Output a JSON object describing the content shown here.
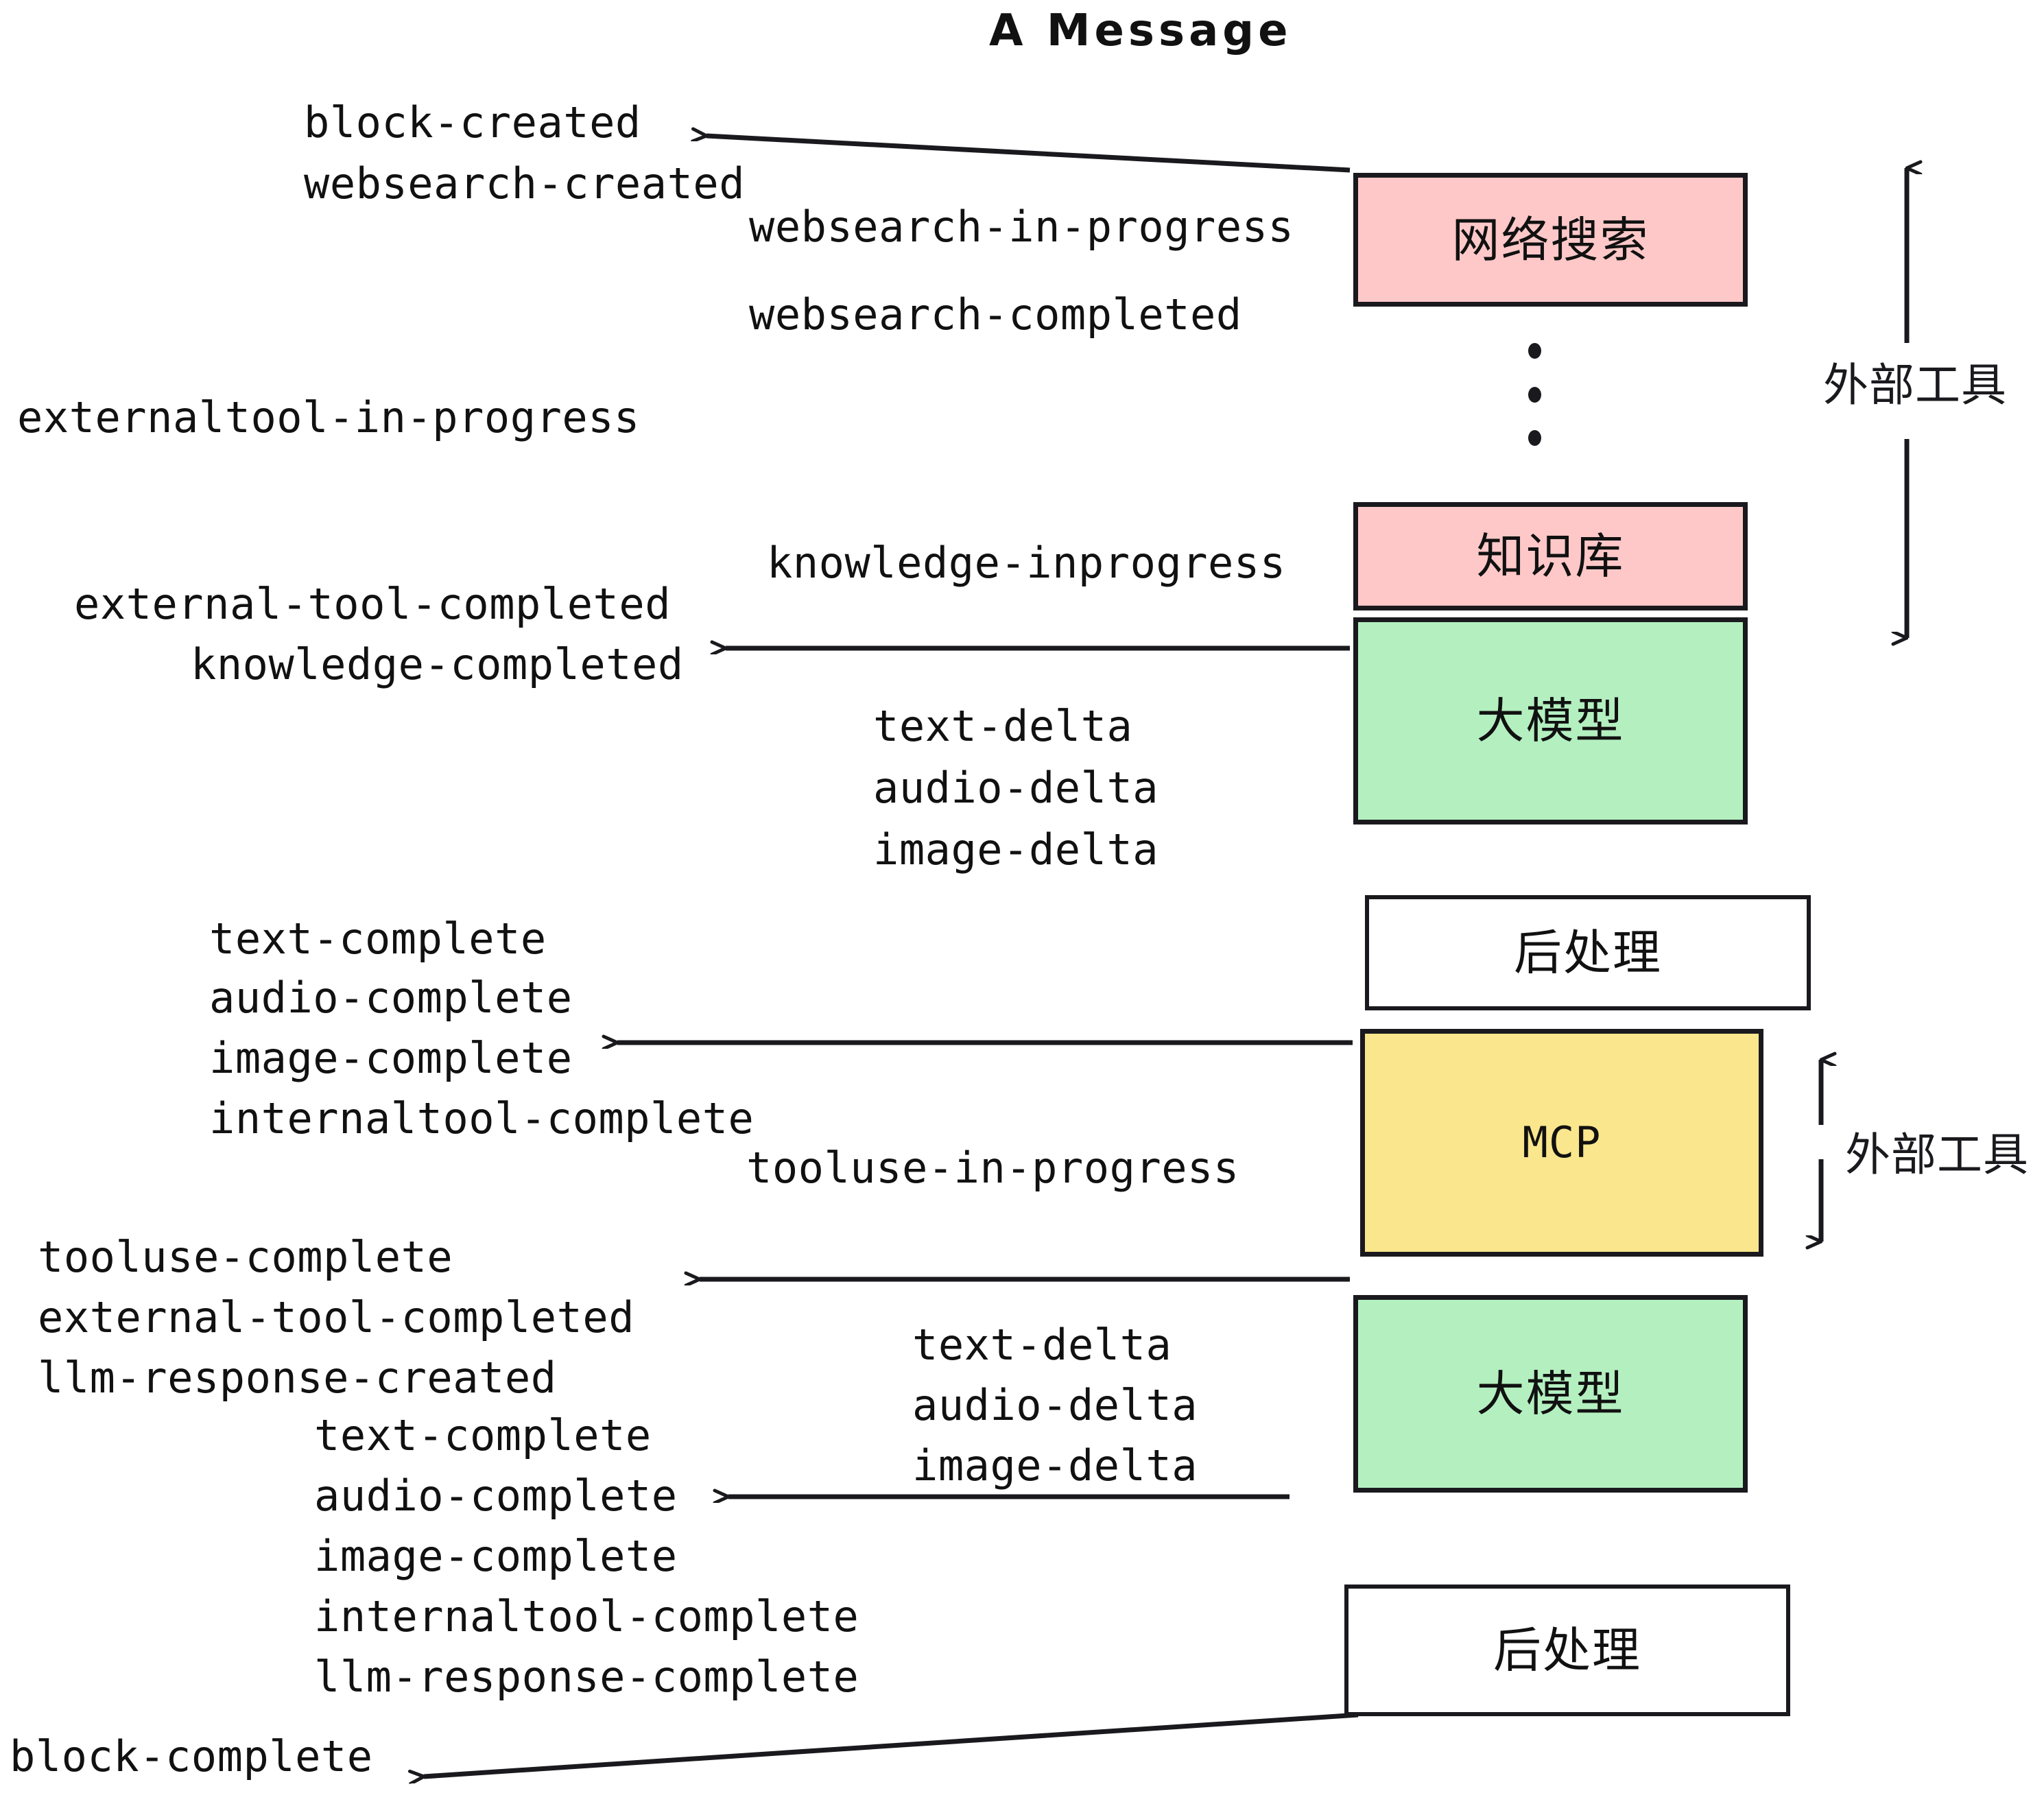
{
  "title": "A Message",
  "colors": {
    "pink": "#FFC8C8",
    "green": "#B4EFC0",
    "yellow": "#FAE68C",
    "white": "#FFFFFF",
    "stroke": "#1A1A1E",
    "text": "#111111",
    "background": "#FFFFFF"
  },
  "boxes": [
    {
      "id": "websearch",
      "label": "网络搜索",
      "fill": "pink",
      "mono": false
    },
    {
      "id": "knowledge",
      "label": "知识库",
      "fill": "pink",
      "mono": false
    },
    {
      "id": "llm-1",
      "label": "大模型",
      "fill": "green",
      "mono": false
    },
    {
      "id": "postprocess-1",
      "label": "后处理",
      "fill": "white",
      "mono": false
    },
    {
      "id": "mcp",
      "label": "MCP",
      "fill": "yellow",
      "mono": true
    },
    {
      "id": "llm-2",
      "label": "大模型",
      "fill": "green",
      "mono": false
    },
    {
      "id": "postprocess-2",
      "label": "后处理",
      "fill": "white",
      "mono": false
    }
  ],
  "side_labels": [
    {
      "id": "external-tools-top",
      "text": "外部工具"
    },
    {
      "id": "external-tools-bottom",
      "text": "外部工具"
    }
  ],
  "events": {
    "left_column": [
      "block-created",
      "websearch-created",
      "externaltool-in-progress",
      "external-tool-completed",
      "knowledge-completed",
      "text-complete",
      "audio-complete",
      "image-complete",
      "internaltool-complete",
      "tooluse-complete",
      "external-tool-completed",
      "llm-response-created",
      "text-complete",
      "audio-complete",
      "image-complete",
      "internaltool-complete",
      "llm-response-complete",
      "block-complete"
    ],
    "middle_column": [
      "websearch-in-progress",
      "websearch-completed",
      "knowledge-inprogress",
      "text-delta",
      "audio-delta",
      "image-delta",
      "tooluse-in-progress",
      "text-delta",
      "audio-delta",
      "image-delta"
    ]
  },
  "labels": {
    "block_created": "block-created",
    "websearch_created": "websearch-created",
    "websearch_in_progress": "websearch-in-progress",
    "websearch_completed": "websearch-completed",
    "externaltool_in_progress": "externaltool-in-progress",
    "knowledge_inprogress": "knowledge-inprogress",
    "external_tool_completed_1": "external-tool-completed",
    "knowledge_completed": "knowledge-completed",
    "text_delta_1": "text-delta",
    "audio_delta_1": "audio-delta",
    "image_delta_1": "image-delta",
    "text_complete_1": "text-complete",
    "audio_complete_1": "audio-complete",
    "image_complete_1": "image-complete",
    "internaltool_complete_1": "internaltool-complete",
    "tooluse_in_progress": "tooluse-in-progress",
    "tooluse_complete": "tooluse-complete",
    "external_tool_completed_2": "external-tool-completed",
    "llm_response_created": "llm-response-created",
    "text_delta_2": "text-delta",
    "audio_delta_2": "audio-delta",
    "image_delta_2": "image-delta",
    "text_complete_2": "text-complete",
    "audio_complete_2": "audio-complete",
    "image_complete_2": "image-complete",
    "internaltool_complete_2": "internaltool-complete",
    "llm_response_complete": "llm-response-complete",
    "block_complete": "block-complete"
  }
}
